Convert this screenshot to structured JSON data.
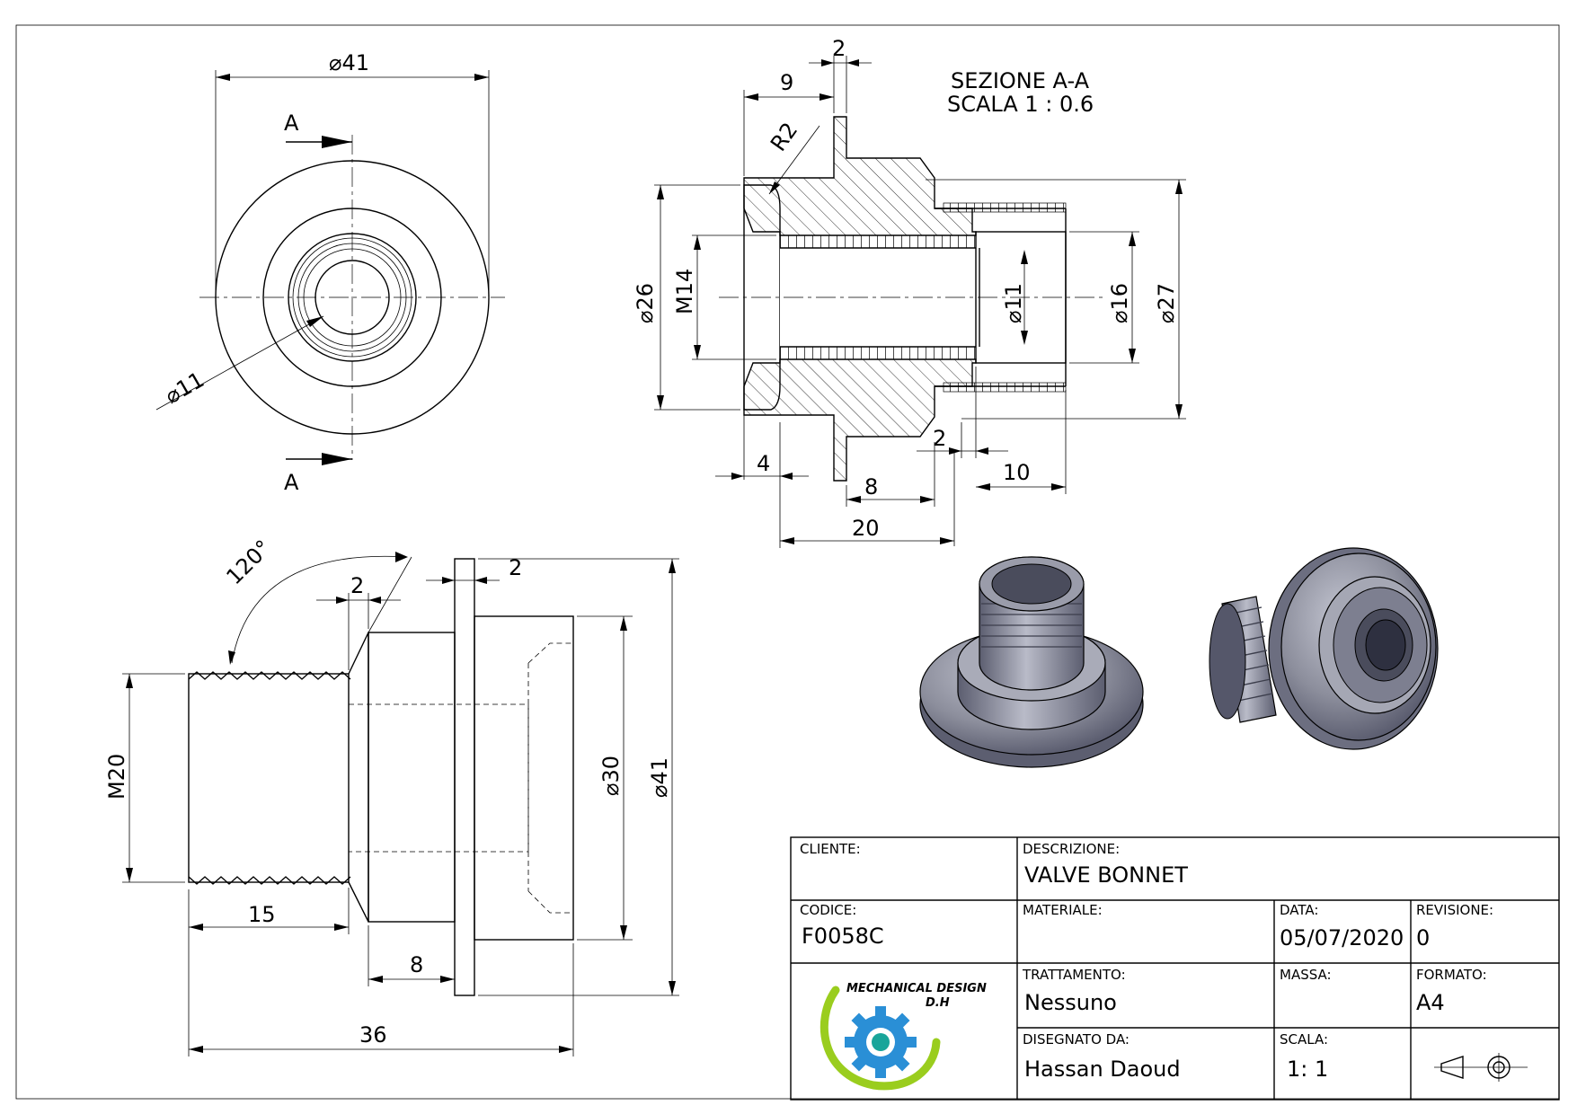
{
  "section": {
    "title": "SEZIONE A-A",
    "scale": "SCALA 1 : 0.6"
  },
  "front_view": {
    "dia_outer": "⌀41",
    "dia_bore": "⌀11",
    "cut_label_top": "A",
    "cut_label_bottom": "A"
  },
  "section_view": {
    "d2": "2",
    "d9": "9",
    "r2": "R2",
    "d26": "⌀26",
    "m14": "M14",
    "d11": "⌀11",
    "d16": "⌀16",
    "d27": "⌀27",
    "d4": "4",
    "d2b": "2",
    "d10": "10",
    "d8": "8",
    "d20": "20"
  },
  "side_view": {
    "angle": "120°",
    "d2a": "2",
    "d2b": "2",
    "m20": "M20",
    "d30": "⌀30",
    "d41": "⌀41",
    "d15": "15",
    "d8": "8",
    "d36": "36"
  },
  "title_block": {
    "cliente_label": "CLIENTE:",
    "cliente_value": "",
    "descrizione_label": "DESCRIZIONE:",
    "descrizione_value": "VALVE BONNET",
    "codice_label": "CODICE:",
    "codice_value": "F0058C",
    "materiale_label": "MATERIALE:",
    "materiale_value": "",
    "data_label": "DATA:",
    "data_value": "05/07/2020",
    "revisione_label": "REVISIONE:",
    "revisione_value": "0",
    "trattamento_label": "TRATTAMENTO:",
    "trattamento_value": "Nessuno",
    "massa_label": "MASSA:",
    "massa_value": "",
    "formato_label": "FORMATO:",
    "formato_value": "A4",
    "disegnato_label": "DISEGNATO DA:",
    "disegnato_value": "Hassan Daoud",
    "scala_label": "SCALA:",
    "scala_value": "1: 1",
    "logo_text_1": "MECHANICAL DESIGN",
    "logo_text_2": "D.H"
  },
  "colors": {
    "line": "#000000",
    "render_metal": "#8c8e9c",
    "logo_green": "#9acd1e",
    "logo_blue": "#2a8fd6",
    "logo_teal": "#19a59a"
  }
}
